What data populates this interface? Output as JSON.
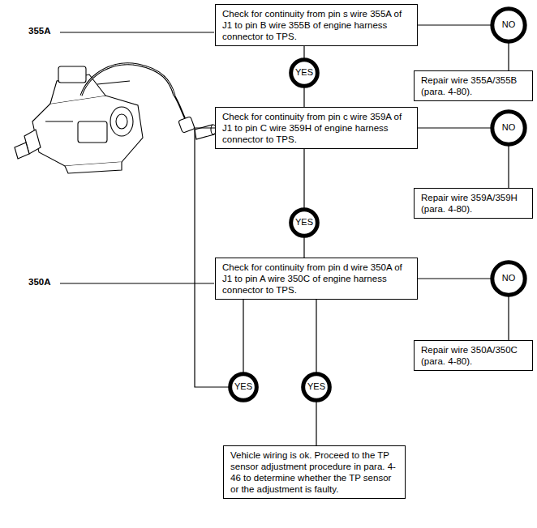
{
  "diagram": {
    "nodes": [
      {
        "text": [
          "Check for continuity from pin s wire 355A of J1 to pin B wire 355B of engine harness connector to TPS."
        ]
      },
      {
        "text": [
          "NO"
        ]
      },
      {
        "text": [
          "Repair wire 355A/355B (para. 4-80)."
        ]
      },
      {
        "text": [
          "YES"
        ]
      },
      {
        "text": [
          "Check for continuity from pin c wire 359A of J1 to pin C wire 359H of engine harness connector to TPS."
        ]
      },
      {
        "text": [
          "NO"
        ]
      },
      {
        "text": [
          "Repair wire 359A/359H (para. 4-80)."
        ]
      },
      {
        "text": [
          "YES"
        ]
      },
      {
        "text": [
          "Check for continuity from pin d wire 350A of J1 to pin A wire 350C of engine harness connector to TPS."
        ]
      },
      {
        "text": [
          "NO"
        ]
      },
      {
        "text": [
          "Repair wire 350A/350C (para. 4-80)."
        ]
      },
      {
        "text": [
          "YES"
        ]
      },
      {
        "text": [
          "YES"
        ]
      },
      {
        "text": [
          "Vehicle wiring is ok. Proceed to the TP sensor adjustment procedure in para. 4-46 to determine whether the TP sensor or the adjustment is faulty."
        ]
      }
    ],
    "edges": [
      {
        "from": 0,
        "to": 1,
        "arrow": "none"
      },
      {
        "from": 1,
        "to": 2,
        "arrow": "none"
      },
      {
        "from": 0,
        "to": 3,
        "arrow": "none"
      },
      {
        "from": 3,
        "to": 4,
        "arrow": "none"
      },
      {
        "from": 4,
        "to": 5,
        "arrow": "none"
      },
      {
        "from": 5,
        "to": 6,
        "arrow": "none"
      },
      {
        "from": 4,
        "to": 7,
        "arrow": "none"
      },
      {
        "from": 7,
        "to": 8,
        "arrow": "none"
      },
      {
        "from": 8,
        "to": 9,
        "arrow": "none"
      },
      {
        "from": 9,
        "to": 10,
        "arrow": "none"
      },
      {
        "from": 8,
        "to": 11,
        "arrow": "none"
      },
      {
        "from": 8,
        "to": 12,
        "arrow": "none"
      },
      {
        "from": 12,
        "to": 13,
        "arrow": "none"
      },
      {
        "from": 4,
        "to": 11,
        "arrow": "none"
      }
    ],
    "labels": [
      "355A",
      "350A"
    ]
  }
}
